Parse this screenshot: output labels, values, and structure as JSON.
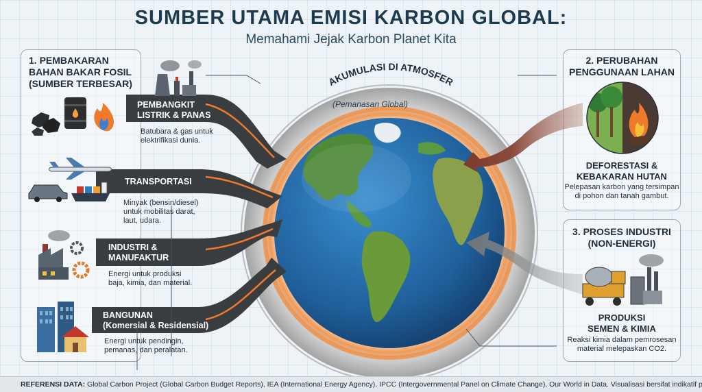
{
  "header": {
    "title": "SUMBER UTAMA EMISI KARBON GLOBAL:",
    "subtitle": "Memahami Jejak Karbon Planet Kita"
  },
  "left_panel": {
    "title_line1": "1. PEMBAKARAN",
    "title_line2": "BAHAN BAKAR FOSIL",
    "title_line3": "(SUMBER TERBESAR)",
    "sectors": [
      {
        "label_line1": "PEMBANGKIT",
        "label_line2": "LISTRIK & PANAS",
        "desc_line1": "Batubara & gas untuk",
        "desc_line2": "elektrifikasi dunia."
      },
      {
        "label_line1": "TRANSPORTASI",
        "label_line2": "",
        "desc_line1": "Minyak (bensin/diesel)",
        "desc_line2": "untuk mobilitas darat,",
        "desc_line3": "laut, udara."
      },
      {
        "label_line1": "INDUSTRI &",
        "label_line2": "MANUFAKTUR",
        "desc_line1": "Energi untuk produksi",
        "desc_line2": "baja, kimia, dan material."
      },
      {
        "label_line1": "BANGUNAN",
        "label_line2": "(Komersial & Residensial)",
        "desc_line1": "Energi untuk pendingin,",
        "desc_line2": "pemanas, dan peralatan."
      }
    ]
  },
  "center": {
    "arc_title": "AKUMULASI DI ATMOSFER",
    "arc_subtitle": "(Pemanasan Global)"
  },
  "right_top_panel": {
    "title_line1": "2. PERUBAHAN",
    "title_line2": "PENGGUNAAN LAHAN",
    "head_line1": "DEFORESTASI &",
    "head_line2": "KEBAKARAN HUTAN",
    "desc_line1": "Pelepasan karbon yang tersimpan",
    "desc_line2": "di pohon dan tanah gambut."
  },
  "right_bottom_panel": {
    "title_line1": "3. PROSES INDUSTRI",
    "title_line2": "(NON-ENERGI)",
    "head_line1": "PRODUKSI",
    "head_line2": "SEMEN & KIMIA",
    "desc_line1": "Reaksi kimia dalam pemrosesan",
    "desc_line2": "material melepaskan CO2."
  },
  "footer": {
    "label": "REFERENSI DATA:",
    "text": "Global Carbon Project (Global Carbon Budget Reports), IEA (International Energy Agency), IPCC (Intergovernmental Panel on Climate Change), Our World in Data. Visualisasi bersifat indikatif proporsi."
  },
  "colors": {
    "title": "#1d3b4e",
    "band": "#3a3d40",
    "arrow_orange": "#f07a2a",
    "ocean": "#1f5f9a",
    "land": "#4f8a3a",
    "smoke": "#6b6f72",
    "smoke_red": "#8a4a3c"
  },
  "icons": [
    "coal-icon",
    "oil-barrel-icon",
    "gas-flame-icon",
    "power-plant-icon",
    "airplane-icon",
    "car-icon",
    "cargo-ship-icon",
    "factory-icon",
    "gear-icon",
    "buildings-icon",
    "house-icon",
    "forest-fire-icon",
    "cement-mixer-icon",
    "chemical-plant-icon",
    "earth-globe-icon"
  ]
}
